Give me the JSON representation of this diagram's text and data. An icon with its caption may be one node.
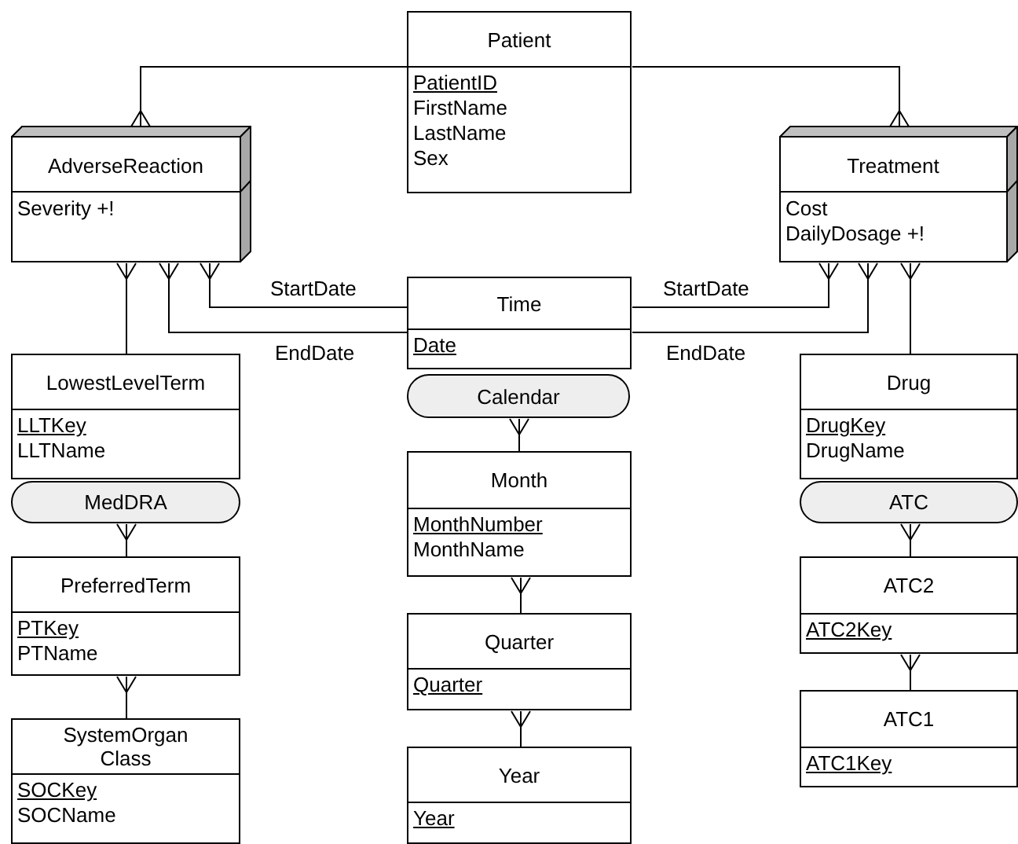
{
  "diagram": {
    "nodes": [
      {
        "text": [
          "Patient",
          "PatientID",
          "FirstName",
          "LastName",
          "Sex"
        ]
      },
      {
        "text": [
          "AdverseReaction",
          "Severity +!"
        ]
      },
      {
        "text": [
          "Treatment",
          "Cost",
          "DailyDosage +!"
        ]
      },
      {
        "text": [
          "Time",
          "Date"
        ]
      },
      {
        "text": [
          "Calendar"
        ]
      },
      {
        "text": [
          "Month",
          "MonthNumber",
          "MonthName"
        ]
      },
      {
        "text": [
          "Quarter",
          "Quarter"
        ]
      },
      {
        "text": [
          "Year",
          "Year"
        ]
      },
      {
        "text": [
          "LowestLevelTerm",
          "LLTKey",
          "LLTName"
        ]
      },
      {
        "text": [
          "MedDRA"
        ]
      },
      {
        "text": [
          "PreferredTerm",
          "PTKey",
          "PTName"
        ]
      },
      {
        "text": [
          "SystemOrgan Class",
          "SOCKey",
          "SOCName"
        ]
      },
      {
        "text": [
          "Drug",
          "DrugKey",
          "DrugName"
        ]
      },
      {
        "text": [
          "ATC"
        ]
      },
      {
        "text": [
          "ATC2",
          "ATC2Key"
        ]
      },
      {
        "text": [
          "ATC1",
          "ATC1Key"
        ]
      }
    ],
    "edges": [
      {
        "from": 1,
        "to": 0,
        "arrow": "other"
      },
      {
        "from": 2,
        "to": 0,
        "arrow": "other"
      },
      {
        "from": 1,
        "to": 3,
        "arrow": "other",
        "label": "StartDate"
      },
      {
        "from": 1,
        "to": 3,
        "arrow": "other",
        "label": "EndDate"
      },
      {
        "from": 2,
        "to": 3,
        "arrow": "other",
        "label": "StartDate"
      },
      {
        "from": 2,
        "to": 3,
        "arrow": "other",
        "label": "EndDate"
      },
      {
        "from": 1,
        "to": 8,
        "arrow": "other"
      },
      {
        "from": 2,
        "to": 12,
        "arrow": "other"
      },
      {
        "from": 9,
        "to": 10,
        "arrow": "other"
      },
      {
        "from": 10,
        "to": 11,
        "arrow": "other"
      },
      {
        "from": 4,
        "to": 5,
        "arrow": "other"
      },
      {
        "from": 5,
        "to": 6,
        "arrow": "other"
      },
      {
        "from": 6,
        "to": 7,
        "arrow": "other"
      },
      {
        "from": 13,
        "to": 14,
        "arrow": "other"
      },
      {
        "from": 14,
        "to": 15,
        "arrow": "other"
      }
    ]
  }
}
